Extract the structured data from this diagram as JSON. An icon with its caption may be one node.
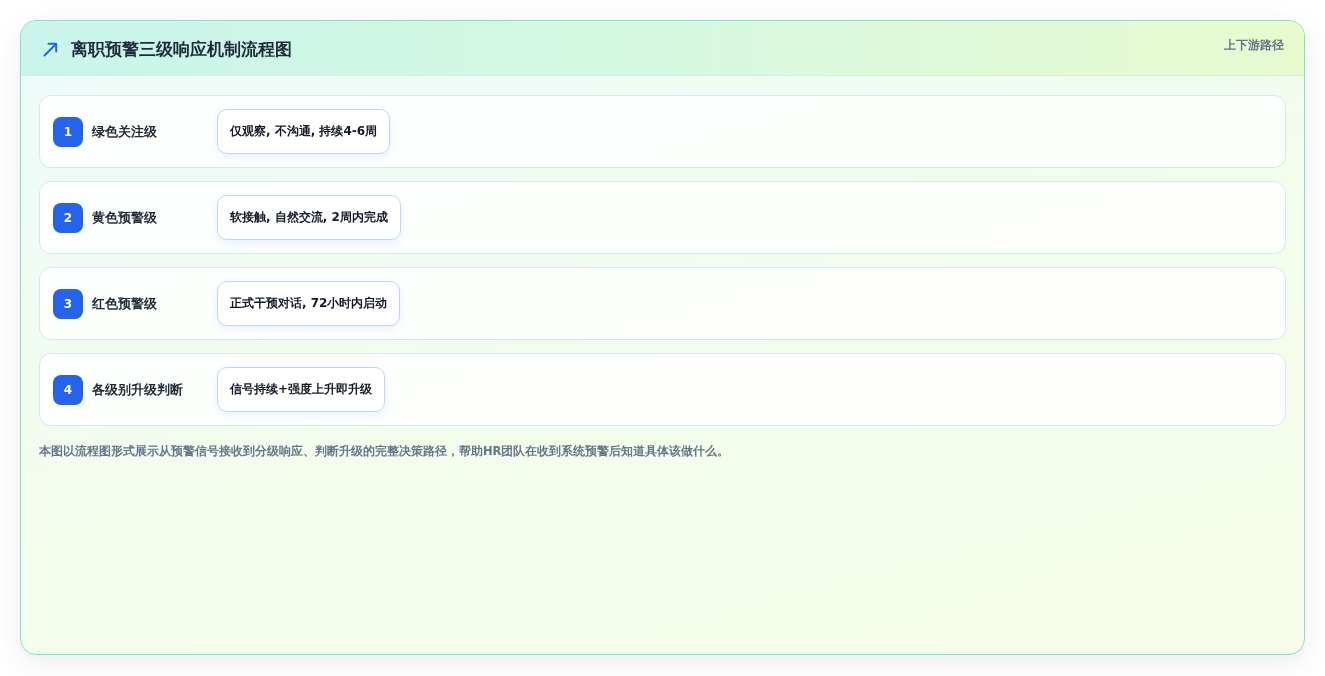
{
  "diagram": {
    "title": "离职预警三级响应机制流程图",
    "caption": "本图以流程图形式展示从预警信号接收到分级响应、判断升级的完整决策路径，帮助HR团队在收到系统预警后知道具体该做什么。",
    "nodes": [
      {
        "text": [
          "绿色关注级"
        ]
      },
      {
        "text": [
          "1"
        ],
        "in": 0
      },
      {
        "text": [
          "仅观察, 不沟通, 持续4-6周"
        ],
        "in": 0
      },
      {
        "text": [
          "黄色预警级"
        ]
      },
      {
        "text": [
          "2"
        ],
        "in": 3
      },
      {
        "text": [
          "软接触, 自然交流, 2周内完成"
        ],
        "in": 3
      },
      {
        "text": [
          "红色预警级"
        ]
      },
      {
        "text": [
          "3"
        ],
        "in": 6
      },
      {
        "text": [
          "正式干预对话, 72小时内启动"
        ],
        "in": 6
      },
      {
        "text": [
          "各级别升级判断"
        ]
      },
      {
        "text": [
          "4"
        ],
        "in": 9
      },
      {
        "text": [
          "信号持续+强度上升即升级"
        ],
        "in": 9
      }
    ],
    "labels": [
      "上下游路径"
    ]
  }
}
